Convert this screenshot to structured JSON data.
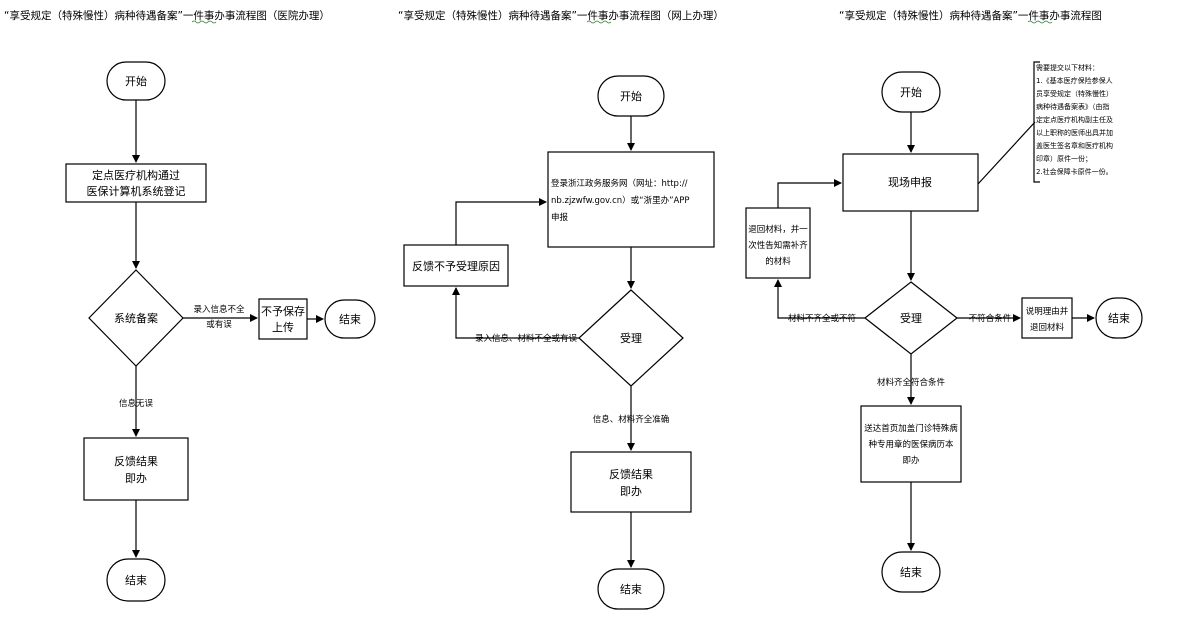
{
  "diagram": {
    "panels": [
      {
        "title": "“享受规定（特殊慢性）病种待遇备案”一件事办事流程图（医院办理）",
        "start": "开始",
        "step1": [
          "定点医疗机构通过",
          "医保计算机系统登记"
        ],
        "decision": "系统备案",
        "no_label": [
          "录入信息不全",
          "或有误"
        ],
        "reject": [
          "不予保存",
          "上传"
        ],
        "end_right": "结束",
        "yes_label": "信息无误",
        "result": [
          "反馈结果",
          "即办"
        ],
        "end_bottom": "结束"
      },
      {
        "title": "“享受规定（特殊慢性）病种待遇备案”一件事办事流程图（网上办理）",
        "start": "开始",
        "step1": [
          "登录浙江政务服务网（网址：http://",
          "nb.zjzwfw.gov.cn）或“浙里办”APP",
          "申报"
        ],
        "decision": "受理",
        "no_label": "录入信息、材料不全或有误",
        "reject": "反馈不予受理原因",
        "yes_label": "信息、材料齐全准确",
        "result": [
          "反馈结果",
          "即办"
        ],
        "end_bottom": "结束"
      },
      {
        "title": "“享受规定（特殊慢性）病种待遇备案”一件事办事流程图",
        "start": "开始",
        "step1": "现场申报",
        "note": [
          "需要提交以下材料：",
          "1.《基本医疗保险参保人",
          "员享受规定（特殊慢性）",
          "病种待遇备案表》（由指",
          "定定点医疗机构副主任及",
          "以上职称的医师出具并加",
          "盖医生签名章和医疗机构",
          "印章）原件一份；",
          "2.社会保障卡原件一份。"
        ],
        "return_box": [
          "退回材料，并一",
          "次性告知需补齐",
          "的材料"
        ],
        "left_label": "材料不齐全或不符",
        "decision": "受理",
        "right_label": "不符合条件",
        "explain": [
          "说明理由并",
          "退回材料"
        ],
        "end_right": "结束",
        "yes_label": "材料齐全符合条件",
        "result": [
          "送达首页加盖门诊特殊病",
          "种专用章的医保病历本",
          "即办"
        ],
        "end_bottom": "结束"
      }
    ]
  }
}
